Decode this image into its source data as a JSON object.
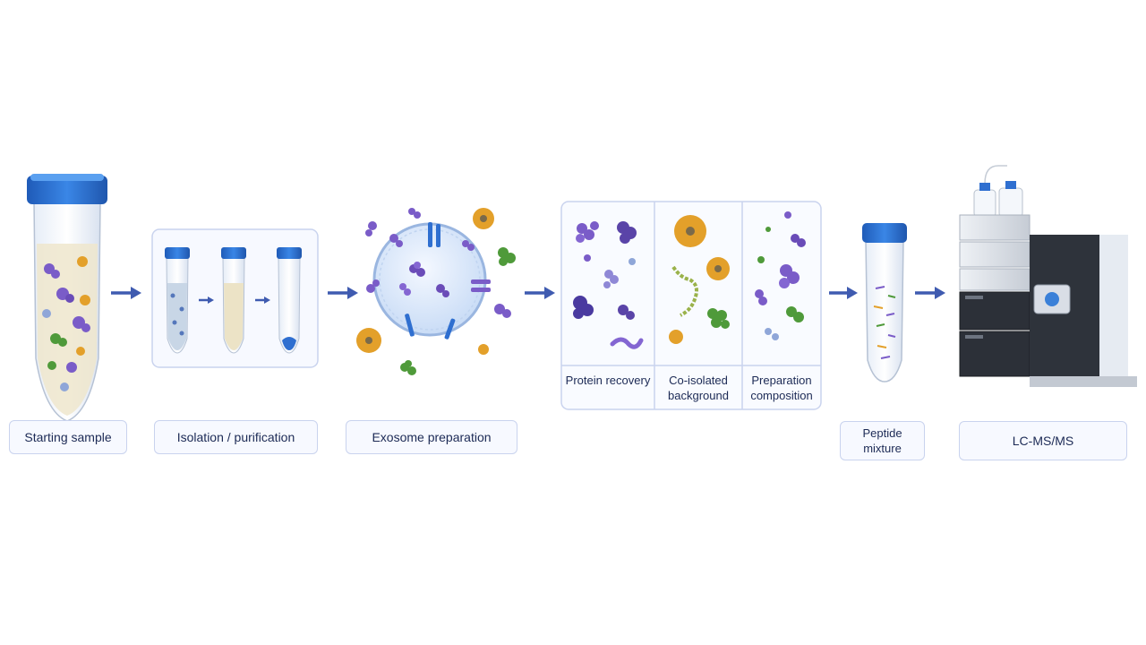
{
  "colors": {
    "arrow": "#3f5bb0",
    "panel_border": "#c9d3ee",
    "label_text": "#1c2a55",
    "cap_blue": "#2f6fd0",
    "protein_purple": "#7a5cc8",
    "protein_green": "#4f9a3a",
    "protein_orange": "#e3a02a"
  },
  "icons": [
    "arrow-right-icon",
    "tube-icon",
    "exosome-icon",
    "instrument-icon"
  ],
  "steps": {
    "starting_sample": "Starting sample",
    "isolation": "Isolation / purification",
    "exosome": "Exosome preparation",
    "peptide": "Peptide mixture",
    "lcms": "LC-MS/MS"
  },
  "composition_panels": {
    "protein_recovery": "Protein recovery",
    "background": "Co-isolated background",
    "composition": "Preparation composition"
  }
}
